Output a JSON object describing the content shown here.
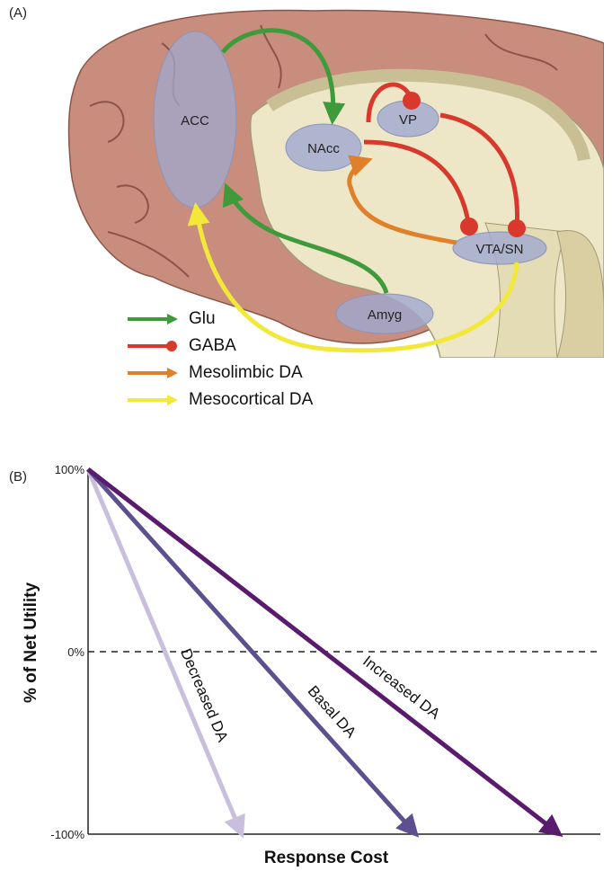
{
  "panels": {
    "a": "(A)",
    "b": "(B)"
  },
  "regions": {
    "acc": "ACC",
    "nacc": "NAcc",
    "vp": "VP",
    "vta_sn": "VTA/SN",
    "amyg": "Amyg"
  },
  "legend": [
    {
      "label": "Glu",
      "color": "#3f9a3b",
      "head": "arrow"
    },
    {
      "label": "GABA",
      "color": "#d8392c",
      "head": "dot"
    },
    {
      "label": "Mesolimbic DA",
      "color": "#e0802a",
      "head": "arrow"
    },
    {
      "label": "Mesocortical DA",
      "color": "#f2e83a",
      "head": "arrow"
    }
  ],
  "chart_data": {
    "type": "line",
    "xlabel": "Response Cost",
    "ylabel": "% of Net Utility",
    "y_ticks": [
      "100%",
      "0%",
      "-100%"
    ],
    "ylim": [
      -100,
      100
    ],
    "xlim": [
      0,
      100
    ],
    "reference_line": {
      "y": 0,
      "style": "dashed"
    },
    "series": [
      {
        "name": "Decreased DA",
        "color": "#c9bfdc",
        "x": [
          0,
          30
        ],
        "y": [
          100,
          -100
        ]
      },
      {
        "name": "Basal DA",
        "color": "#5e4f8f",
        "x": [
          0,
          64
        ],
        "y": [
          100,
          -100
        ]
      },
      {
        "name": "Increased DA",
        "color": "#5a1a6e",
        "x": [
          0,
          92
        ],
        "y": [
          100,
          -100
        ]
      }
    ]
  }
}
